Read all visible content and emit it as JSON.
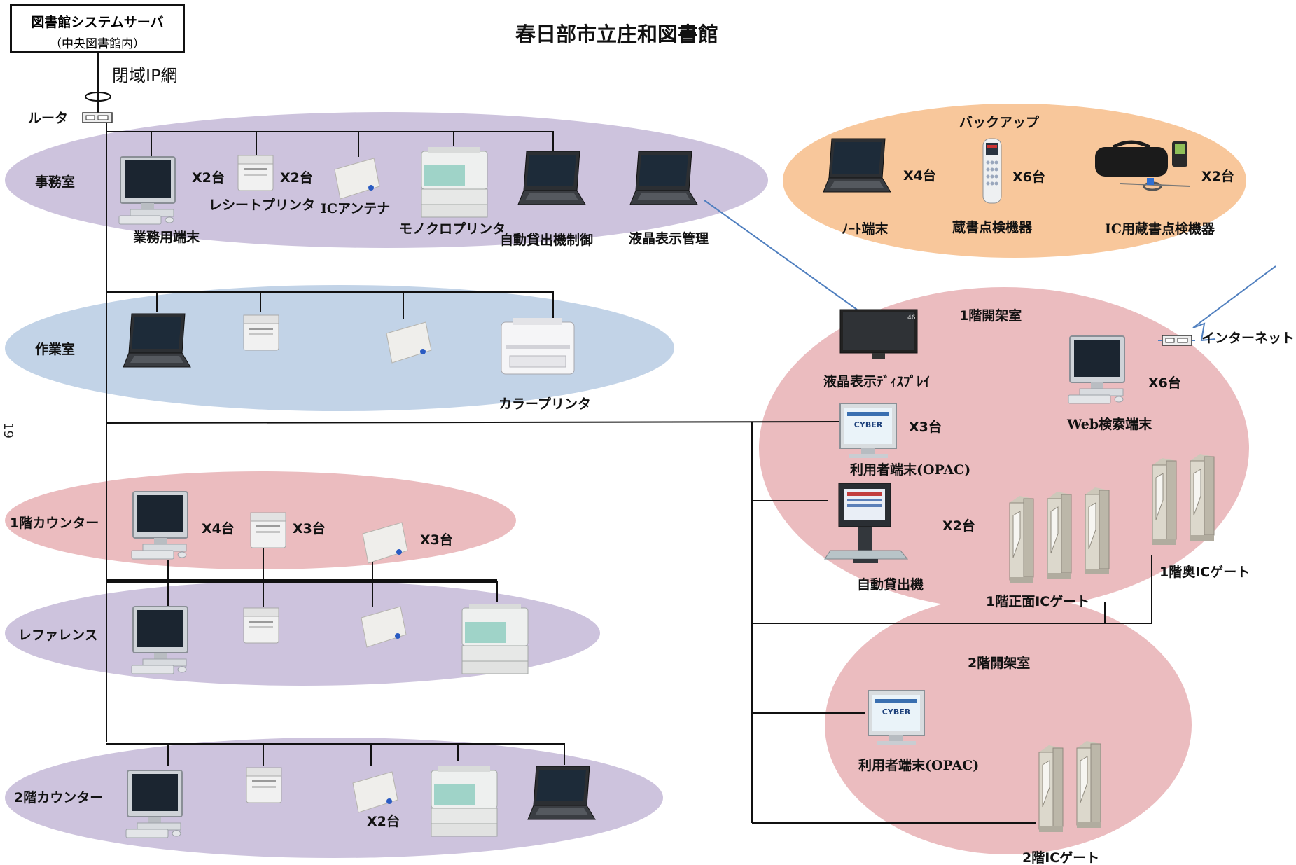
{
  "title": "春日部市立庄和図書館",
  "server": {
    "line1": "図書館システムサーバ",
    "line2": "（中央図書館内）"
  },
  "network_label": "閉域IP網",
  "router_label": "ルータ",
  "internet_label": "インターネット",
  "page_number": "19",
  "zones": {
    "office": {
      "name": "事務室",
      "count_pc": "X2台",
      "count_receipt": "X2台",
      "labels": {
        "terminal": "業務用端末",
        "receipt": "レシートプリンタ",
        "ic": "ICアンテナ",
        "mono": "モノクロプリンタ",
        "auto": "自動貸出機制御",
        "lcd": "液晶表示管理"
      }
    },
    "work": {
      "name": "作業室",
      "color_printer": "カラープリンタ"
    },
    "counter1": {
      "name": "1階カウンター",
      "count_pc": "X4台",
      "count_receipt": "X3台",
      "count_ic": "X3台"
    },
    "reference": {
      "name": "レファレンス"
    },
    "counter2": {
      "name": "2階カウンター",
      "count_ic": "X2台"
    },
    "backup": {
      "name": "バックアップ",
      "count_laptop": "X4台",
      "count_scanner": "X6台",
      "count_ic_scanner": "X2台",
      "labels": {
        "laptop": "ﾉｰﾄ端末",
        "scanner": "蔵書点検機器",
        "ic_scanner": "IC用蔵書点検機器"
      }
    },
    "floor1": {
      "name": "1階開架室",
      "lcd_display": "液晶表示ﾃﾞｨｽﾌﾟﾚｲ",
      "web_count": "X6台",
      "web_label": "Web検索端末",
      "opac_count": "X3台",
      "opac_label": "利用者端末(OPAC)",
      "auto_count": "X2台",
      "auto_label": "自動貸出機",
      "front_gate": "1階正面ICゲート",
      "back_gate": "1階奥ICゲート"
    },
    "floor2": {
      "name": "2階開架室",
      "opac_label": "利用者端末(OPAC)",
      "gate": "2階ICゲート"
    }
  },
  "colors": {
    "purple": "#cdc3dd",
    "blue": "#c2d3e7",
    "pink": "#ebbcbf",
    "orange": "#f8c79b",
    "link": "#4f7fbf"
  }
}
